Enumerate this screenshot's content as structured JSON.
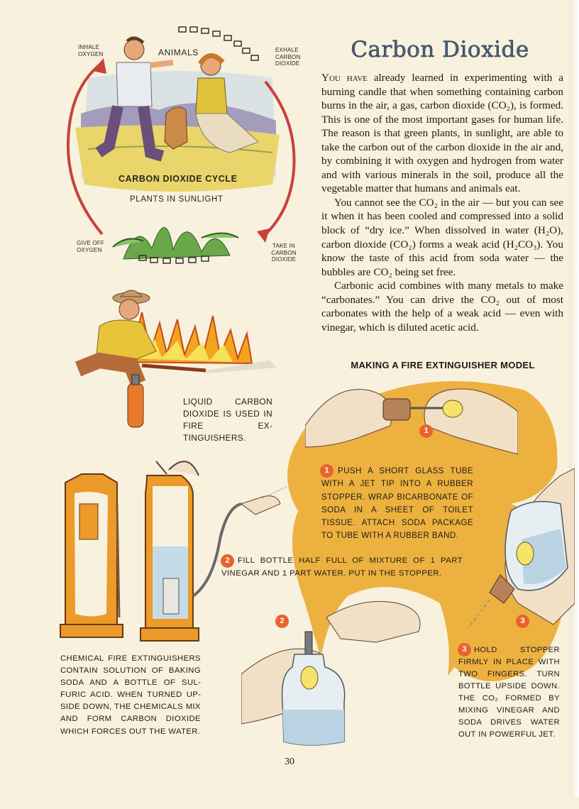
{
  "title": "Carbon Dioxide",
  "body": {
    "p1_lead": "You have",
    "p1_rest": " already learned in experimenting with a burning candle that when something containing car­bon burns in the air, a gas, carbon dioxide (CO₂), is formed. This is one of the most important gases for human life. The reason is that green plants, in sunlight, are able to take the carbon out of the car­bon dioxide in the air and, by combining it with oxygen and hydrogen from water and with various minerals in the soil, produce all the vegetable matter that humans and animals eat.",
    "p2": "You cannot see the CO₂ in the air — but you can see it when it has been cooled and compressed into a solid block of “dry ice.” When dissolved in water (H₂O), carbon dioxide (CO₂) forms a weak acid (H₂CO₃). You know the taste of this acid from soda water — the bubbles are CO₂ being set free.",
    "p3": "Carbonic acid combines with many metals to make “carbonates.” You can drive the CO₂ out of most carbonates with the help of a weak acid — even with vinegar, which is diluted acetic acid."
  },
  "cycle": {
    "inhale": "INHALE OXYGEN",
    "animals": "ANIMALS",
    "exhale": "EXHALE CARBON DIOXIDE",
    "cycle_title": "CARBON DIOXIDE CYCLE",
    "plants": "PLANTS IN SUNLIGHT",
    "give_off": "GIVE OFF OXYGEN",
    "take_in": "TAKE IN CARBON DIOXIDE"
  },
  "captions": {
    "liquid_co2": "Liquid carbon diox­ide is used in fire ex­tinguishers.",
    "chemical": "Chemical fire extinguishers contain solution of baking soda and a bottle of sul­furic acid. When turned up­side down, the chemicals mix and form carbon dioxide which forces out the water."
  },
  "model": {
    "heading": "MAKING A FIRE EXTINGUISHER MODEL",
    "steps": [
      {
        "num": "1",
        "text": "Push a short glass tube with a jet tip into a rubber stopper. Wrap bicarbonate of soda in a sheet of toilet tissue. Attach soda package to tube with a rubber band."
      },
      {
        "num": "2",
        "text": "Fill bottle half full of mixture of 1 part vine­gar and 1 part water. Put in the stopper."
      },
      {
        "num": "3",
        "text": "Hold stopper firm­ly in place with two fingers. Turn bottle upside down. The CO₂ formed by mixing vinegar and soda drives water out in powerful jet."
      }
    ]
  },
  "page_number": "30",
  "colors": {
    "orange": "#e9961f",
    "title_blue": "#4b5f75",
    "badge": "#e8642b",
    "arrow_red": "#c8413a"
  }
}
